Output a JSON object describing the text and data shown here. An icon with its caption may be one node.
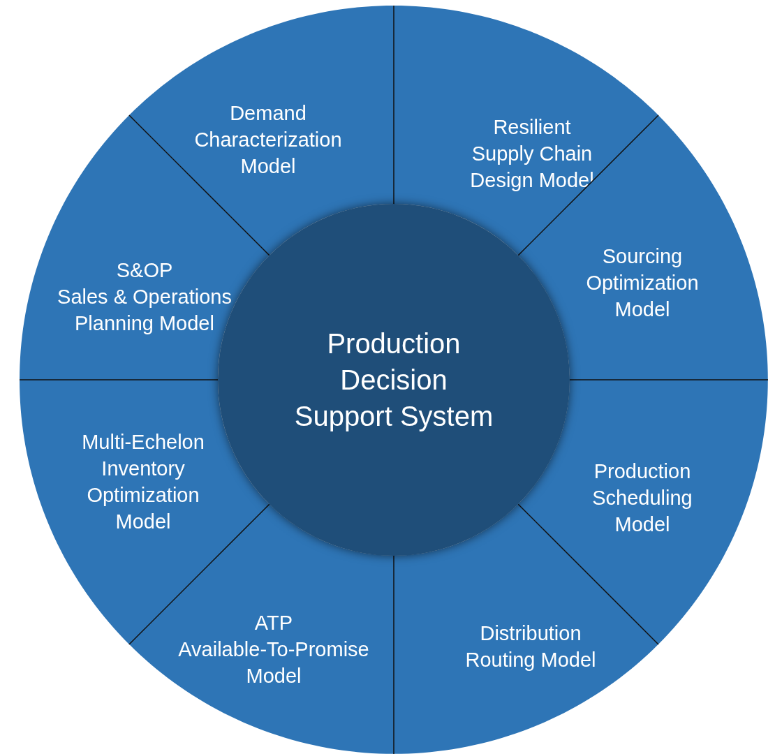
{
  "diagram": {
    "nodes": [
      {
        "text": [
          "Demand Characterization Model"
        ]
      },
      {
        "text": [
          "Resilient Supply Chain Design Model"
        ]
      },
      {
        "text": [
          "S&OP",
          "Sales & Operations Planning Model"
        ]
      },
      {
        "text": [
          "Sourcing Optimization Model"
        ]
      },
      {
        "text": [
          "Production Decision Support System"
        ]
      },
      {
        "text": [
          "Multi-Echelon Inventory Optimization Model"
        ]
      },
      {
        "text": [
          "Production Scheduling Model"
        ]
      },
      {
        "text": [
          "ATP",
          "Available-To-Promise Model"
        ]
      },
      {
        "text": [
          "Distribution Routing Model"
        ]
      }
    ],
    "edges": []
  }
}
